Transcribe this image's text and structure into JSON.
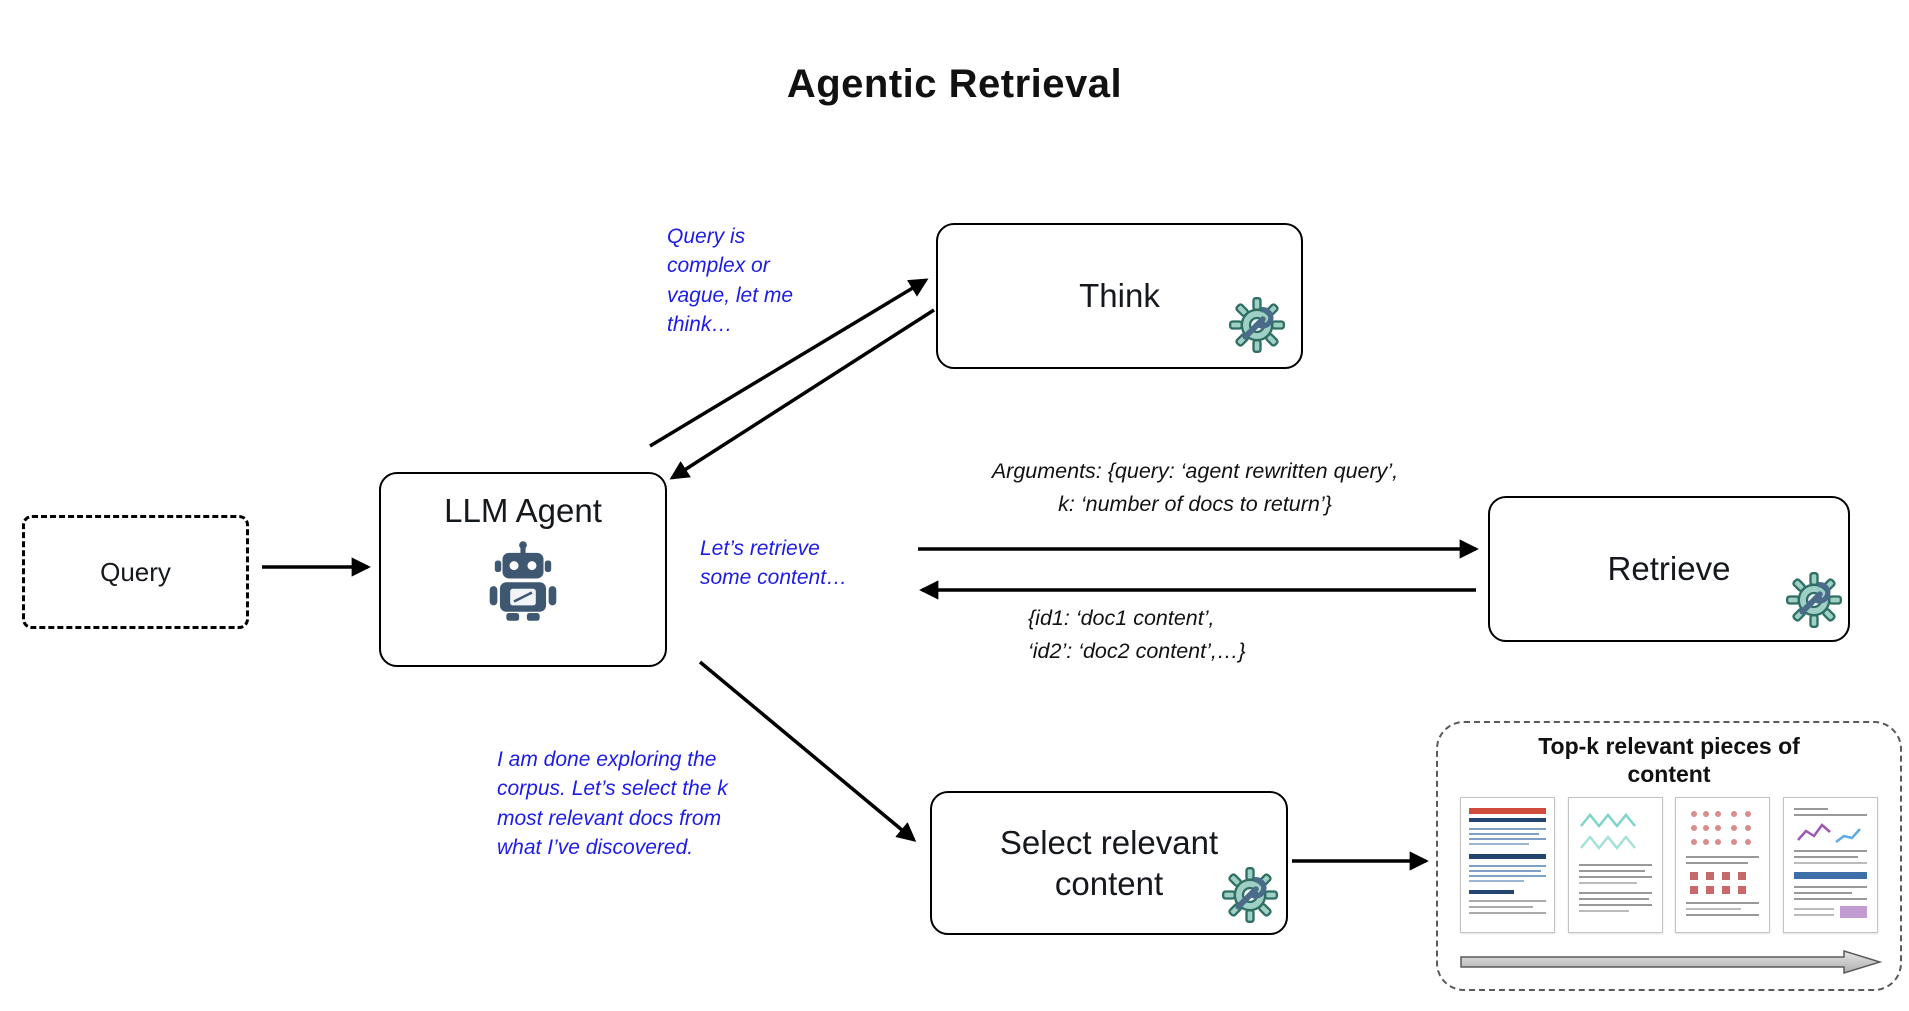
{
  "title": "Agentic Retrieval",
  "nodes": {
    "query": {
      "label": "Query"
    },
    "llm_agent": {
      "label": "LLM Agent"
    },
    "think": {
      "label": "Think"
    },
    "retrieve": {
      "label": "Retrieve"
    },
    "select": {
      "label": "Select relevant\ncontent"
    },
    "topk": {
      "title": "Top-k relevant pieces of\ncontent"
    }
  },
  "annotations": {
    "think_note": "Query is\ncomplex or\nvague, let me\nthink…",
    "retrieve_note": "Let’s retrieve\nsome content…",
    "select_note": "I am done exploring the\ncorpus. Let’s select the k\nmost relevant docs from\nwhat I’ve discovered.",
    "retrieve_args": "Arguments: {query: ‘agent rewritten query’,\nk: ‘number of docs to return’}",
    "retrieve_result": "{id1: ‘doc1 content’,\n‘id2’: ‘doc2 content’,…}"
  },
  "icons": {
    "gear": "gear-wrench-icon",
    "robot": "robot-icon",
    "documents": "document-thumbnails",
    "timeline": "gray-right-arrow"
  },
  "colors": {
    "note_blue": "#1c1ce6",
    "box_border": "#000000",
    "gear_teal": "#9fd0c6",
    "gear_outline": "#2f6e63",
    "robot_slate": "#3f5872",
    "topk_border": "#5a5a5a"
  }
}
